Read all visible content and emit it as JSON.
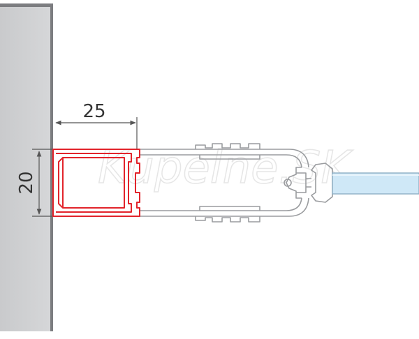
{
  "dimensions": {
    "width_label": "25",
    "height_label": "20"
  },
  "watermark": "Kupelne.SK",
  "colors": {
    "wall_fill": "#d2d3d5",
    "wall_edge": "#7c7d80",
    "profile_highlight": "#e2242b",
    "profile_outline": "#9a9c9f",
    "glass_fill": "#cfe8f7",
    "glass_edge": "#8fb0c6",
    "dimension_line": "#555555"
  }
}
